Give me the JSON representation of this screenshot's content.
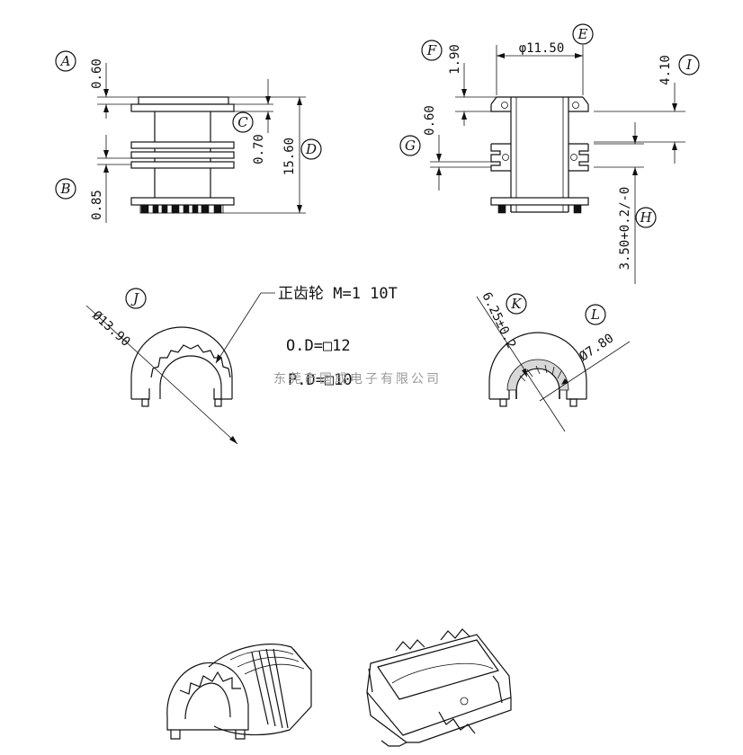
{
  "callouts": {
    "A": "A",
    "B": "B",
    "C": "C",
    "D": "D",
    "E": "E",
    "F": "F",
    "G": "G",
    "H": "H",
    "I": "I",
    "J": "J",
    "K": "K",
    "L": "L"
  },
  "dimensions": {
    "a": "0.60",
    "b": "0.85",
    "c": "0.70",
    "d": "15.60",
    "e": "φ11.50",
    "f": "1.90",
    "g": "0.60",
    "h": "3.50+0.2/-0",
    "i": "4.10",
    "j": "Ø13.90",
    "k": "6.25±0.2",
    "l": "Ø7.80"
  },
  "gear_note": {
    "title": "正齿轮 M=1 10T",
    "od": "O.D=□12",
    "pd": "P.D=□10"
  },
  "watermark": "东莞市国成电子有限公司"
}
